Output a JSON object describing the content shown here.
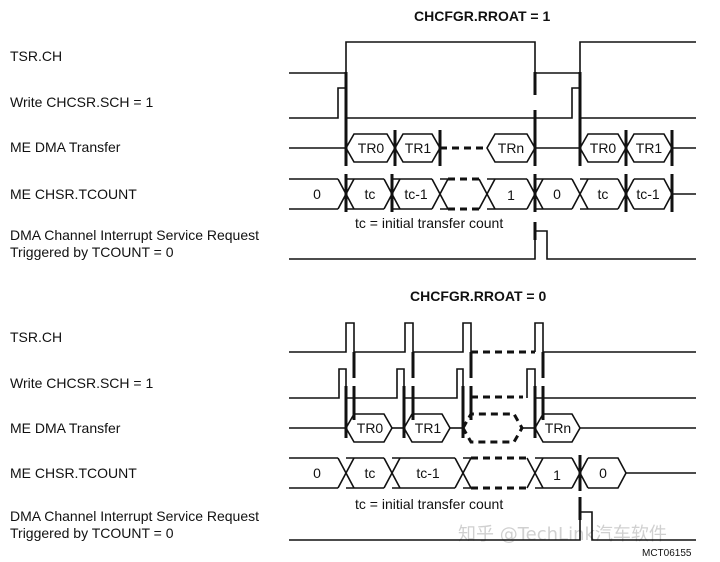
{
  "diagram": {
    "type": "timing-diagram",
    "figure_id": "MCT06155",
    "watermark": "知乎 @TechLink汽车软件",
    "sections": [
      {
        "title": "CHCFGR.RROAT = 1",
        "signals": [
          {
            "name": "TSR.CH"
          },
          {
            "name": "Write CHCSR.SCH = 1"
          },
          {
            "name": "ME DMA Transfer",
            "cells": [
              "TR0",
              "TR1",
              "TRn",
              "TR0",
              "TR1"
            ]
          },
          {
            "name": "ME CHSR.TCOUNT",
            "cells": [
              "0",
              "tc",
              "tc-1",
              "1",
              "0",
              "tc",
              "tc-1"
            ]
          },
          {
            "name_line1": "DMA Channel Interrupt Service Request",
            "name_line2": "Triggered by TCOUNT  = 0"
          }
        ],
        "note": "tc = initial transfer count"
      },
      {
        "title": "CHCFGR.RROAT = 0",
        "signals": [
          {
            "name": "TSR.CH"
          },
          {
            "name": "Write CHCSR.SCH = 1"
          },
          {
            "name": "ME DMA Transfer",
            "cells": [
              "TR0",
              "TR1",
              "TRn"
            ]
          },
          {
            "name": "ME CHSR.TCOUNT",
            "cells": [
              "0",
              "tc",
              "tc-1",
              "1",
              "0"
            ]
          },
          {
            "name_line1": "DMA Channel Interrupt Service Request",
            "name_line2": "Triggered by TCOUNT  = 0"
          }
        ],
        "note": "tc = initial transfer count"
      }
    ]
  }
}
